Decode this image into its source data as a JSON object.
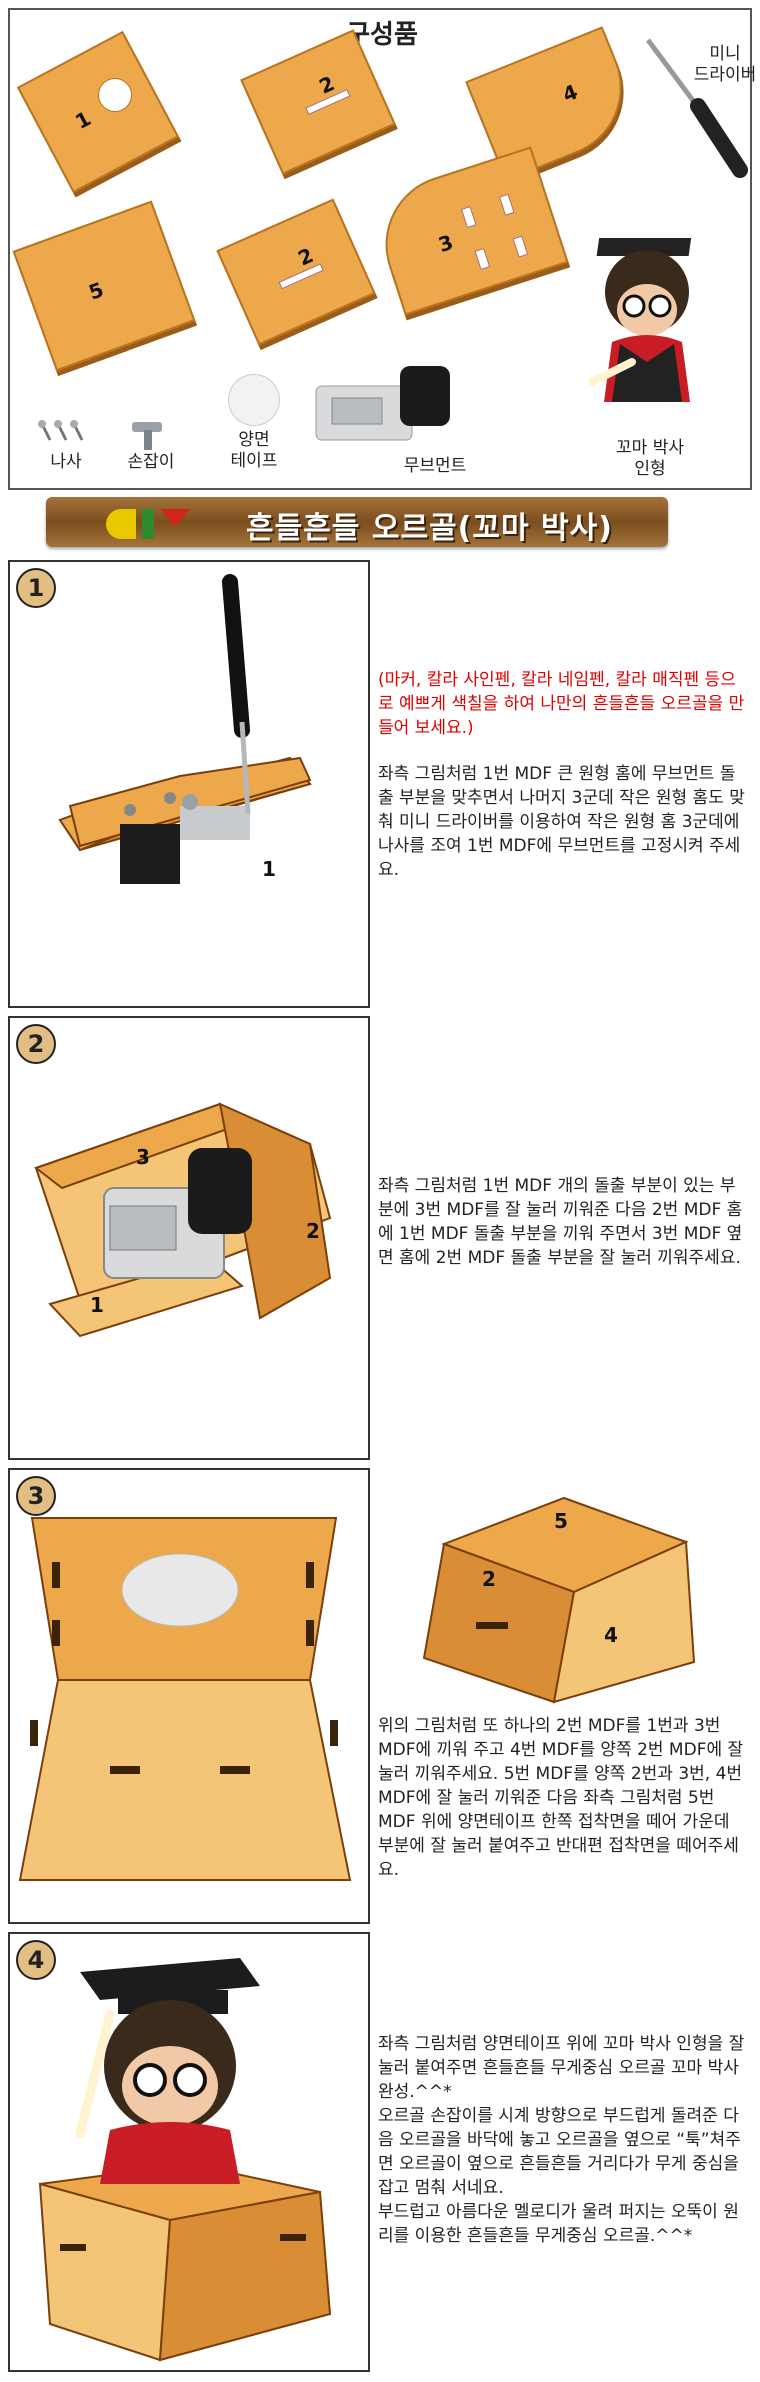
{
  "parts_title": "구성품",
  "parts": [
    {
      "num": "1"
    },
    {
      "num": "2"
    },
    {
      "num": "4"
    },
    {
      "num": "2"
    },
    {
      "num": "5"
    },
    {
      "num": "3"
    }
  ],
  "part_labels": {
    "screwdriver": "미니\n드라이버",
    "screw": "나사",
    "handle": "손잡이",
    "tape": "양면\n테이프",
    "movement": "무브먼트",
    "doll": "꼬마 박사\n인형"
  },
  "banner": {
    "title": "흔들흔들 오르골(꼬마 박사)",
    "diy_colors": [
      "#e8c900",
      "#2e8b2e",
      "#d0261a"
    ]
  },
  "steps": [
    {
      "number": "1",
      "note": "(마커, 칼라 사인펜, 칼라 네임펜, 칼라 매직펜 등으로 예쁘게 색칠을 하여 나만의 흔들흔들 오르골을 만들어 보세요.)",
      "text": "좌측 그림처럼 1번 MDF 큰 원형 홈에 무브먼트 돌출 부분을 맞추면서 나머지 3군데 작은 원형 홈도 맞춰 미니 드라이버를 이용하여 작은 원형 홈 3군데에 나사를 조여 1번 MDF에 무브먼트를 고정시켜 주세요.",
      "labels": [
        "1"
      ]
    },
    {
      "number": "2",
      "text": "좌측 그림처럼 1번 MDF 개의 돌출 부분이 있는 부분에 3번 MDF를 잘 눌러 끼워준 다음 2번 MDF 홈에 1번 MDF 돌출 부분을 끼워 주면서 3번 MDF 옆면 홈에 2번 MDF 돌출 부분을 잘 눌러 끼워주세요.",
      "labels": [
        "3",
        "2",
        "1"
      ]
    },
    {
      "number": "3",
      "text": "위의 그림처럼 또 하나의 2번 MDF를 1번과 3번 MDF에 끼워 주고 4번 MDF를 양쪽 2번 MDF에 잘 눌러 끼워주세요.\n5번 MDF를 양쪽 2번과 3번, 4번 MDF에 잘 눌러 끼워준 다음 좌측 그림처럼 5번 MDF 위에 양면테이프 한쪽 접착면을 떼어 가운데 부분에 잘 눌러 붙여주고 반대편 접착면을 떼어주세요.",
      "labels": [
        "5",
        "2",
        "4"
      ]
    },
    {
      "number": "4",
      "text": "좌측 그림처럼 양면테이프 위에 꼬마 박사 인형을 잘 눌러 붙여주면 흔들흔들 무게중심 오르골 꼬마 박사 완성.^^*\n오르골 손잡이를 시계 방향으로 부드럽게 돌려준 다음 오르골을 바닥에 놓고 오르골을 옆으로 “툭”쳐주면 오르골이 옆으로 흔들흔들 거리다가 무게 중심을 잡고 멈춰 서네요.\n부드럽고 아름다운 멜로디가 울려 퍼지는 오뚝이 원리를 이용한 흔들흔들 무게중심 오르골.^^*"
    }
  ]
}
